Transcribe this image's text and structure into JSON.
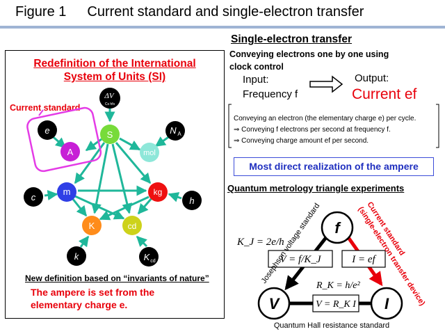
{
  "figure": {
    "label": "Figure 1",
    "title": "Current standard and single-electron transfer"
  },
  "si_panel": {
    "heading_line1": "Redefinition of the International",
    "heading_line2": "System of Units (SI)",
    "current_standard_label": "Current standard",
    "nodes": {
      "A": "A",
      "S": "S",
      "mol": "mol",
      "m": "m",
      "kg": "kg",
      "K": "K",
      "cd": "cd",
      "e": "e",
      "NA": "N",
      "NA_sub": "A",
      "c": "c",
      "h": "h",
      "k": "k",
      "Kcd": "K",
      "Kcd_sub": "cd",
      "dv": "ΔV",
      "dv_sub": "Cs hfs"
    },
    "new_definition": "New definition based on “invariants of nature”",
    "ampere_note_line1": "The ampere is set from the",
    "ampere_note_line2": "elementary charge e."
  },
  "set_panel": {
    "title": "Single-electron transfer",
    "subtitle_line1": "Conveying electrons one by one using",
    "subtitle_line2": "clock control",
    "input_label": "Input:",
    "input_value": "Frequency f",
    "output_label": "Output:",
    "output_value": "Current ef",
    "bullets": [
      "Conveying an electron (the elementary charge e) per cycle.",
      "⇒ Conveying f electrons per second at frequency f.",
      "⇒ Conveying charge amount ef per second."
    ],
    "direct_realization": "Most direct realization of the ampere"
  },
  "triangle": {
    "title": "Quantum metrology triangle experiments",
    "f_label": "f",
    "V_label": "V",
    "I_label": "I",
    "kj_eq": "K_J = 2e/h",
    "rk_eq": "R_K = h/e²",
    "eq_left": "V = f/K_J",
    "eq_right": "I = ef",
    "eq_bottom": "V = R_K I",
    "josephson_label": "Josephson voltage standard",
    "current_std_label1": "Current standard",
    "current_std_label2": "(single-electron transfer device)",
    "hall_label": "Quantum Hall resistance standard"
  },
  "colors": {
    "red": "#e8000b",
    "teal": "#1fb79a",
    "blue_text": "#1f2fbf",
    "magenta": "#e43be6",
    "rule": "#9fb4d4"
  }
}
